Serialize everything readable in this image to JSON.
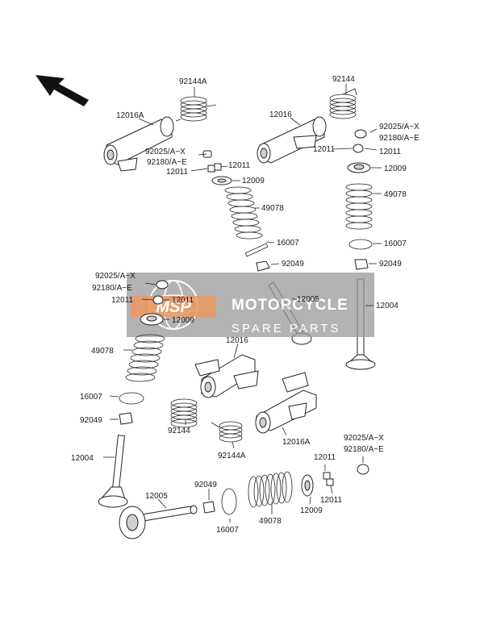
{
  "watermark": {
    "title": "MOTORCYCLE",
    "subtitle": "SPARE PARTS",
    "logo_text": "MSP"
  },
  "labels": {
    "l01": "92144A",
    "l02": "92144",
    "l03": "12016A",
    "l04": "12016",
    "l05": "92025/A~X",
    "l06": "92180/A~E",
    "l07": "12011",
    "l08": "12011",
    "l09": "12009",
    "l10": "49078",
    "l11": "16007",
    "l12": "92049",
    "l13": "92025/A~X",
    "l14": "92180/A~E",
    "l15": "12011",
    "l16": "12011",
    "l17": "12009",
    "l18": "49078",
    "l19": "16007",
    "l20": "92049",
    "l21": "92025/A~X",
    "l22": "92180/A~E",
    "l23": "12011",
    "l24": "12011",
    "l25": "12009",
    "l26": "12005",
    "l27": "12004",
    "l28": "49078",
    "l29": "12016",
    "l30": "16007",
    "l31": "92049",
    "l32": "92144",
    "l33": "12016A",
    "l34": "92144A",
    "l35": "12004",
    "l36": "12005",
    "l37": "92049",
    "l38": "16007",
    "l39": "49078",
    "l40": "12009",
    "l41": "12011",
    "l42": "12011",
    "l43": "92025/A~X",
    "l44": "92180/A~E"
  }
}
